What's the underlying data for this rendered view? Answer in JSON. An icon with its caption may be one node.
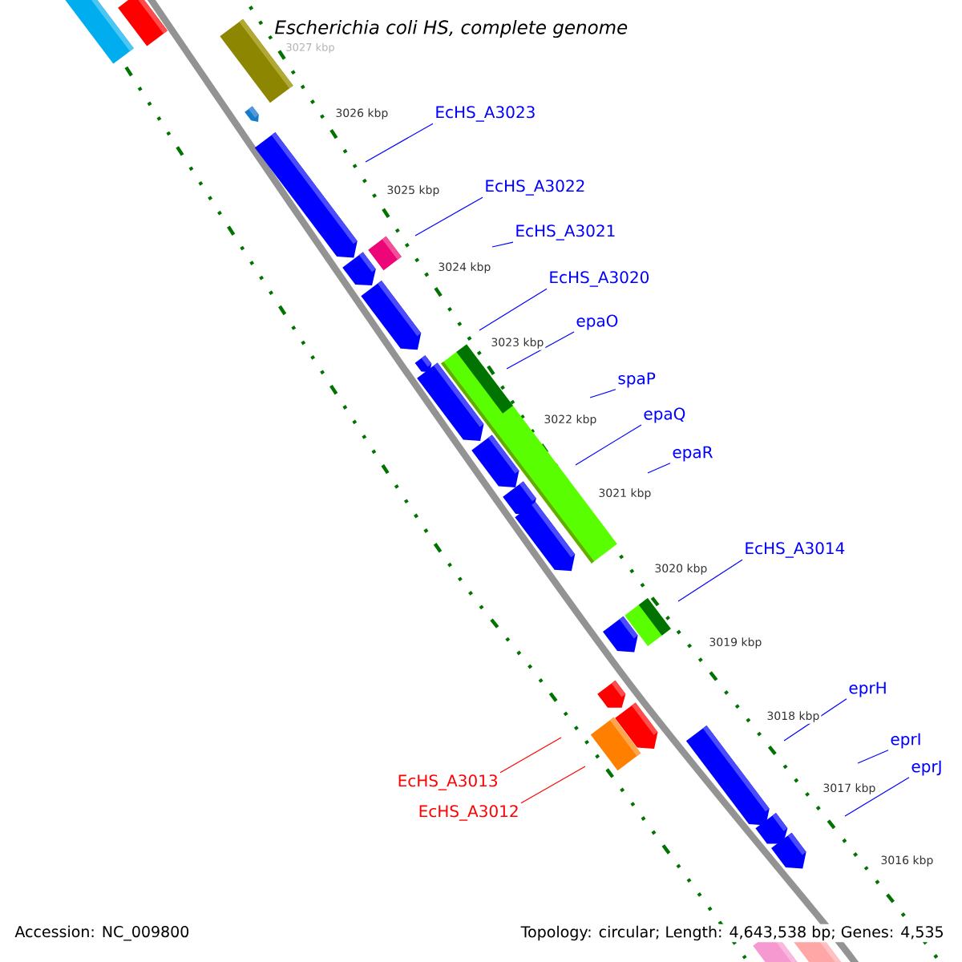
{
  "diagram": {
    "title": "Escherichia coli HS, complete genome",
    "nodes": [
      {
        "text": [
          "EcHS_A3023"
        ]
      },
      {
        "text": [
          "EcHS_A3022"
        ]
      },
      {
        "text": [
          "EcHS_A3021"
        ]
      },
      {
        "text": [
          "EcHS_A3020"
        ]
      },
      {
        "text": [
          "epaO"
        ]
      },
      {
        "text": [
          "spaP"
        ]
      },
      {
        "text": [
          "epaQ"
        ]
      },
      {
        "text": [
          "epaR"
        ]
      },
      {
        "text": [
          "EcHS_A3014"
        ]
      },
      {
        "text": [
          "eprH"
        ]
      },
      {
        "text": [
          "eprI"
        ]
      },
      {
        "text": [
          "eprJ"
        ]
      },
      {
        "text": [
          "EcHS_A3013"
        ]
      },
      {
        "text": [
          "EcHS_A3012"
        ]
      }
    ],
    "edges": [
      {
        "from": 0,
        "to": null,
        "arrow": "none"
      },
      {
        "from": 1,
        "to": null,
        "arrow": "none"
      },
      {
        "from": 2,
        "to": null,
        "arrow": "none"
      },
      {
        "from": 3,
        "to": null,
        "arrow": "none"
      },
      {
        "from": 4,
        "to": null,
        "arrow": "none"
      },
      {
        "from": 5,
        "to": null,
        "arrow": "none"
      },
      {
        "from": 6,
        "to": null,
        "arrow": "none"
      },
      {
        "from": 7,
        "to": null,
        "arrow": "none"
      },
      {
        "from": 8,
        "to": null,
        "arrow": "none"
      },
      {
        "from": 9,
        "to": null,
        "arrow": "none"
      },
      {
        "from": 10,
        "to": null,
        "arrow": "none"
      },
      {
        "from": 11,
        "to": null,
        "arrow": "none"
      },
      {
        "from": 12,
        "to": null,
        "arrow": "none",
        "color": "#ff0000"
      },
      {
        "from": 13,
        "to": null,
        "arrow": "none",
        "color": "#ff0000"
      }
    ],
    "labels": [
      "3027 kbp",
      "3026 kbp",
      "3025 kbp",
      "3024 kbp",
      "3023 kbp",
      "3022 kbp",
      "3021 kbp",
      "3020 kbp",
      "3019 kbp",
      "3018 kbp",
      "3017 kbp",
      "3016 kbp",
      "Accession: NC_009800",
      "Topology: circular; Length: 4,643,538 bp; Genes: 4,535"
    ]
  }
}
